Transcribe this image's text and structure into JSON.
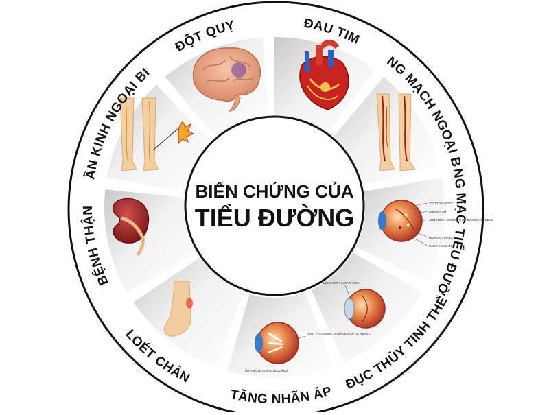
{
  "center": {
    "line1": "BIẾN CHỨNG CỦA",
    "line2": "TIỂU ĐƯỜNG"
  },
  "segments": [
    {
      "label": "ĐỘT QUỴ",
      "icon": "brain-icon"
    },
    {
      "label": "ĐAU TIM",
      "icon": "heart-icon"
    },
    {
      "label": "ĐỘNG MẠCH NGOẠI BIÊN",
      "icon": "leg-arteries-icon"
    },
    {
      "label": "VÕNG MẠC TIỂU ĐƯỜNG",
      "icon": "retina-eye-icon"
    },
    {
      "label": "ĐỤC THỦY TINH THỂ",
      "icon": "cataract-eye-icon"
    },
    {
      "label": "TĂNG NHÃN ÁP",
      "icon": "glaucoma-eye-icon"
    },
    {
      "label": "LOÉT CHÂN",
      "icon": "foot-ulcer-icon"
    },
    {
      "label": "BỆNH THẬN",
      "icon": "kidney-icon"
    },
    {
      "label": "THẦN KINH NGOẠI BIÊN",
      "icon": "nerve-legs-icon"
    }
  ],
  "eye_annotations": {
    "retina": [
      "\"COTTON WOOL\" SPOTS",
      "ANEURYSM",
      "ABNORMAL GROWTH OF BLOOD VESSELS",
      "HEMORRHAGES",
      "HARD EXUDATES"
    ],
    "cataract": [
      "LENS WITH CATARACTS"
    ],
    "glaucoma": [
      "HIGH PRESSURE DAMAGES OPTIC NERVE",
      "DRAINAGE CANAL BLOCKED"
    ]
  },
  "colors": {
    "ring_stroke": "#111111",
    "panel_light": "#f4f4f4",
    "panel_shadow": "#cfcfcf",
    "center_fill": "#ffffff"
  }
}
